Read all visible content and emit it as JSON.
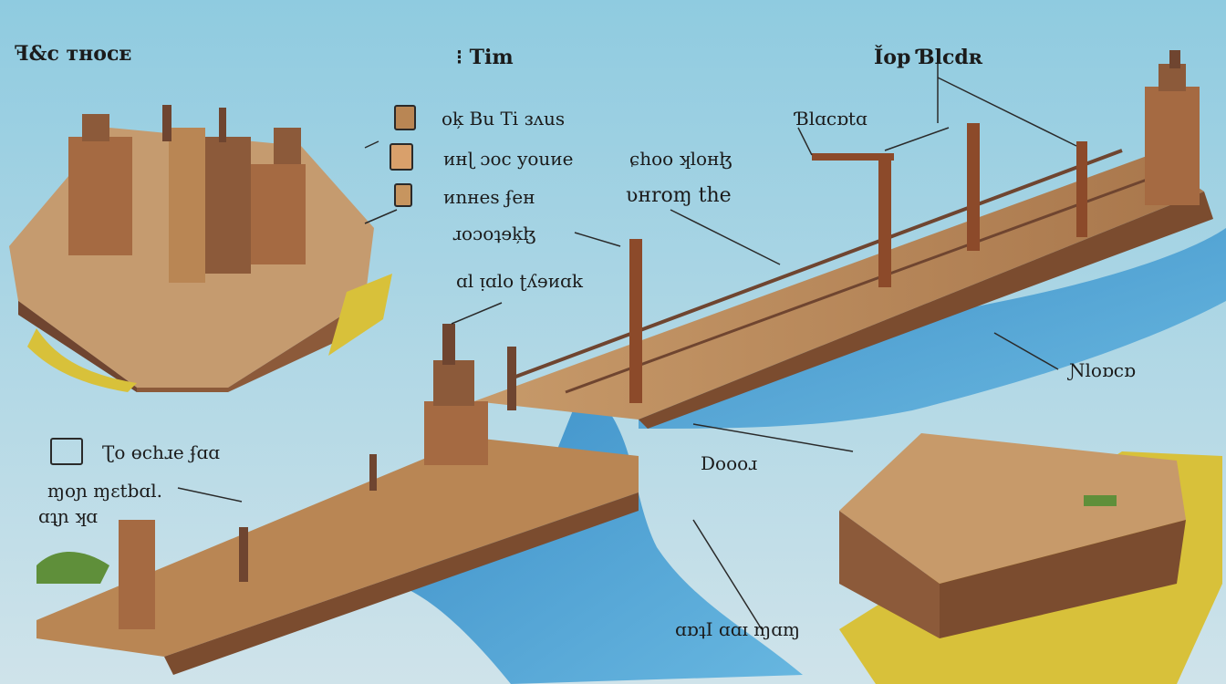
{
  "labels": {
    "top_left_title": "ꟻ&c ᴛʜᴏᴄᴇ",
    "top_center_title": "⁝ Tim",
    "top_right_title": "Ǐop Ɓlcdʀ",
    "legend_1": "oķ Bu Ti ᴈʌus",
    "legend_2": "ᴎʜɭ ɔoc youᴎe",
    "legend_3": "ᴎnʜes ʄeʜ",
    "side_1": "ɹoɔoʇɘķɮ",
    "side_2": "ɑl ᴉɑlo ʈʎɘᴎɑk",
    "mid_1": "ɕhoo ʞloʜɮ",
    "mid_2": "ʋʜroɱ the",
    "top_right_2": "Ɓlɑcɒtɑ",
    "right_mid": "Ɲloɒcɒ",
    "right_lower": "Doooɹ",
    "left_lower_1": "Ʈo ɵchɹe ʄɑɑ",
    "left_lower_2": "ɱoɲ ɱɛtbɑl.",
    "left_lower_3": "ɑʇɲ ʞɑ",
    "bottom_center": "ɑɒʇΙ ɑɑɪ ɱɑɱ"
  },
  "colors": {
    "sky_top": "#8fcbe0",
    "sky_bottom": "#c6dfe7",
    "water": "#3f8fc8",
    "wood": "#b98654",
    "brick": "#8c5a3a",
    "grass": "#d8c13a"
  }
}
